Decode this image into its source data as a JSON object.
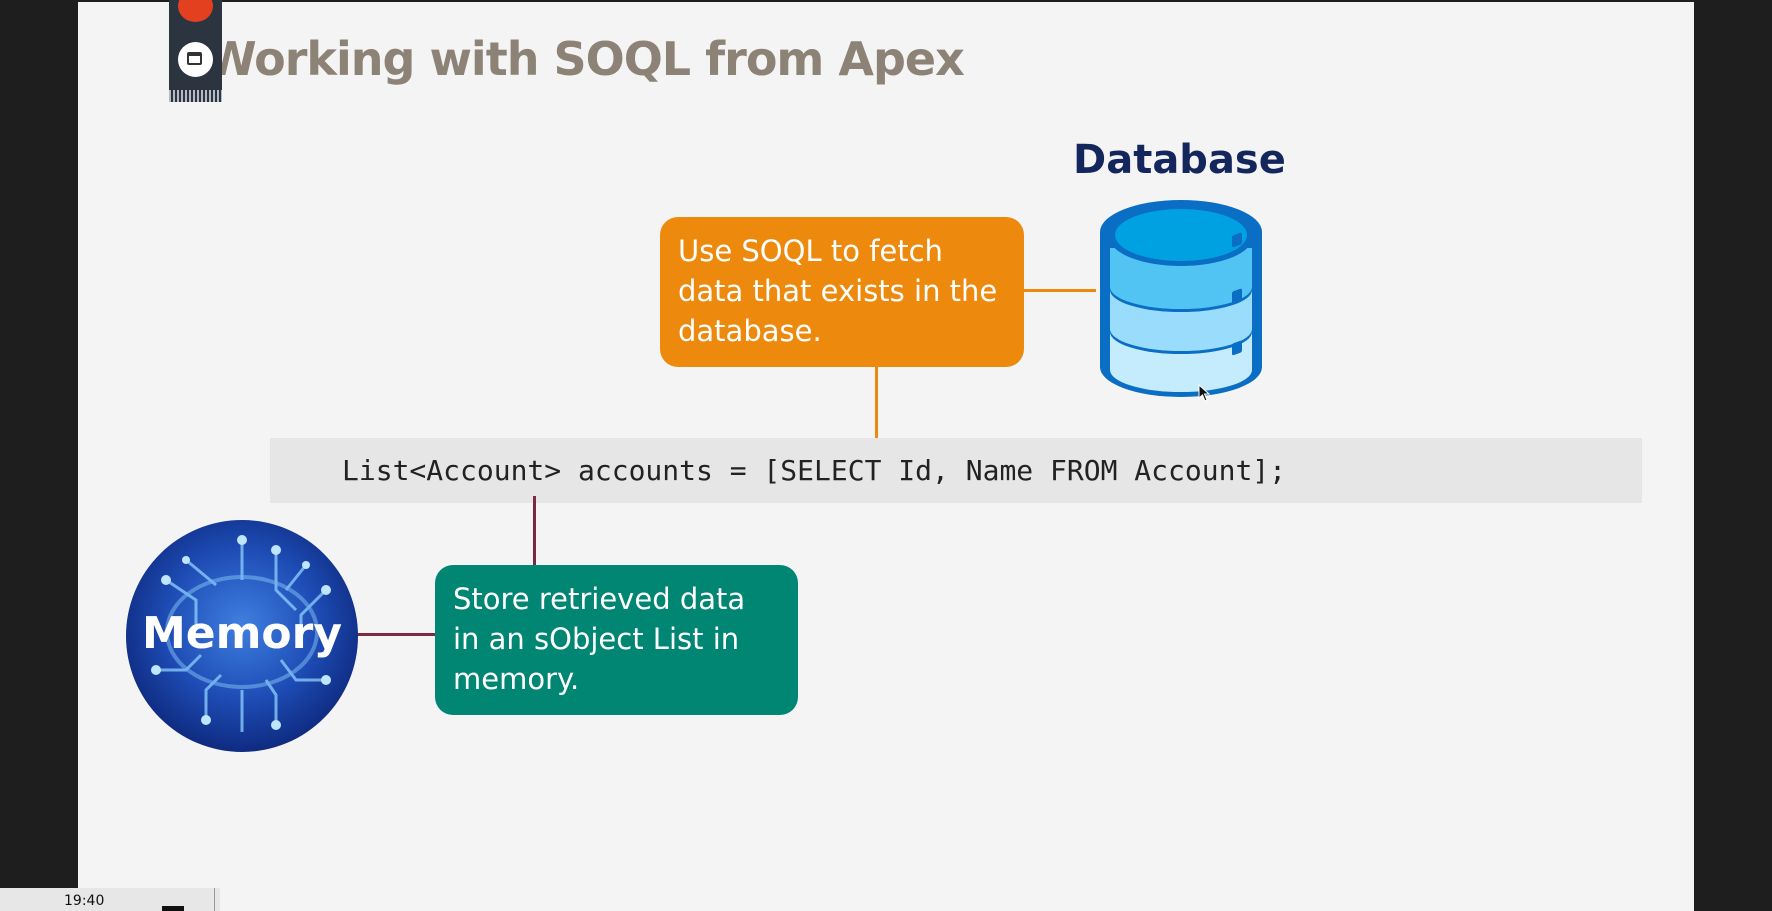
{
  "slide": {
    "title": "Working with SOQL from Apex",
    "database_title": "Database",
    "callout_fetch": "Use SOQL to fetch data that exists in the database.",
    "callout_store": "Store retrieved data in an sObject List in memory.",
    "code_line": "List<Account> accounts = [SELECT Id, Name FROM Account];",
    "memory_label": "Memory",
    "colors": {
      "title": "#8c8276",
      "database_title": "#13275c",
      "callout_fetch": "#ed8a0e",
      "callout_store": "#008673",
      "connector_store": "#7a2a45",
      "database_icon": "#0a6fc4"
    }
  },
  "meeting_toolbar": {
    "mic_icon": "mic-muted-icon",
    "window_icon": "window-icon"
  },
  "taskbar": {
    "clock": "19:40"
  }
}
